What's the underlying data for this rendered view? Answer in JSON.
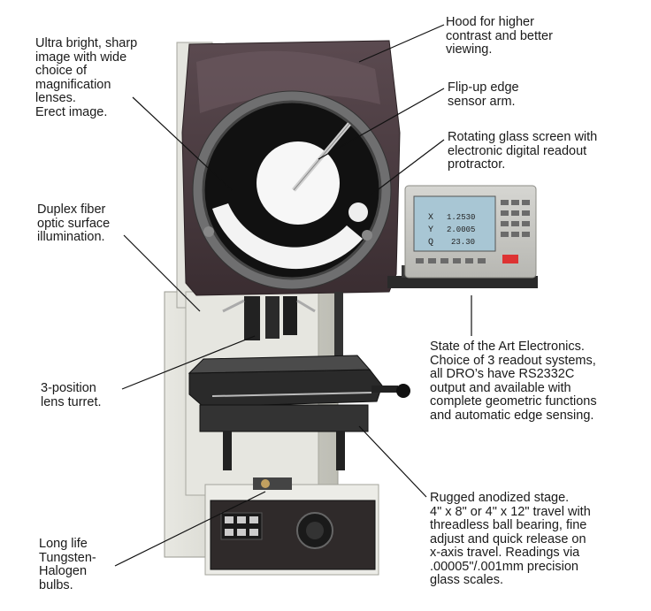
{
  "callouts": {
    "ultra": "Ultra bright, sharp\nimage with wide\nchoice of\nmagnification\nlenses.\nErect image.",
    "hood": "Hood for higher\ncontrast and better\nviewing.",
    "flip": "Flip-up edge\nsensor arm.",
    "rotating": "Rotating glass screen with\nelectronic digital readout\nprotractor.",
    "duplex": "Duplex fiber\noptic surface\nillumination.",
    "turret": "3-position\nlens turret.",
    "electronics": "State of the Art Electronics.\nChoice of 3 readout systems,\nall DRO’s have RS2332C\noutput and available with\ncomplete geometric functions\nand automatic edge sensing.",
    "stage": "Rugged anodized stage.\n4\" x 8\" or 4\" x 12\" travel with\nthreadless ball bearing, fine\nadjust and quick release on\nx-axis travel. Readings via\n.00005\"/.001mm precision\nglass scales.",
    "bulbs": "Long life\nTungsten-\nHalogen\nbulbs."
  },
  "readout": {
    "axis_x": "X",
    "axis_y": "Y",
    "axis_q": "Q",
    "value_x": "1.2530",
    "value_y": "2.0005",
    "value_q": "23.30"
  },
  "colors": {
    "hood": "#4a3a40",
    "housing": "#d9d9d2",
    "screen": "#0d0d0d",
    "display": "#a8c6d4",
    "base_panel": "#2e2a2a"
  }
}
